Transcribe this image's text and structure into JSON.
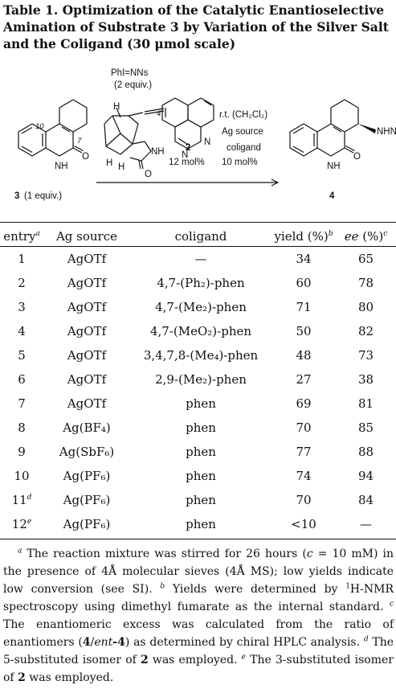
{
  "title": "Table 1. Optimization of the Catalytic Enantioselective Amination of Substrate 3 by Variation of the Silver Salt and the Coligand (30 μmol scale)",
  "scheme": {
    "reagent_1": "PhI=NNs",
    "reagent_1_equiv": "(2 equiv.)",
    "substrate_label": "3",
    "substrate_equiv": "(1 equiv.)",
    "pos_10": "10",
    "pos_7": "7",
    "pos_4": "4",
    "atom_H": "H",
    "atom_NH": "NH",
    "atom_O": "O",
    "atom_N": "N",
    "catalyst_label": "2",
    "catalyst_loading": "12 mol%",
    "condition_1": "r.t. (CH₂Cl₂)",
    "condition_2": "Ag source",
    "condition_3": "coligand",
    "coligand_loading": "10 mol%",
    "product_label": "4",
    "product_group": "NHNs"
  },
  "table": {
    "headers": {
      "entry": "entry",
      "entry_note": "a",
      "ag_source": "Ag source",
      "coligand": "coligand",
      "yield": "yield (%)",
      "yield_note": "b",
      "ee_italic": "ee",
      "ee_rest": " (%)",
      "ee_note": "c"
    },
    "rows": [
      {
        "entry": "1",
        "note": "",
        "ag": "AgOTf",
        "coligand": "—",
        "yield": "34",
        "ee": "65"
      },
      {
        "entry": "2",
        "note": "",
        "ag": "AgOTf",
        "coligand": "4,7-(Ph₂)-phen",
        "yield": "60",
        "ee": "78"
      },
      {
        "entry": "3",
        "note": "",
        "ag": "AgOTf",
        "coligand": "4,7-(Me₂)-phen",
        "yield": "71",
        "ee": "80"
      },
      {
        "entry": "4",
        "note": "",
        "ag": "AgOTf",
        "coligand": "4,7-(MeO₂)-phen",
        "yield": "50",
        "ee": "82"
      },
      {
        "entry": "5",
        "note": "",
        "ag": "AgOTf",
        "coligand": "3,4,7,8-(Me₄)-phen",
        "yield": "48",
        "ee": "73"
      },
      {
        "entry": "6",
        "note": "",
        "ag": "AgOTf",
        "coligand": "2,9-(Me₂)-phen",
        "yield": "27",
        "ee": "38"
      },
      {
        "entry": "7",
        "note": "",
        "ag": "AgOTf",
        "coligand": "phen",
        "yield": "69",
        "ee": "81"
      },
      {
        "entry": "8",
        "note": "",
        "ag": "Ag(BF₄)",
        "coligand": "phen",
        "yield": "70",
        "ee": "85"
      },
      {
        "entry": "9",
        "note": "",
        "ag": "Ag(SbF₆)",
        "coligand": "phen",
        "yield": "77",
        "ee": "88"
      },
      {
        "entry": "10",
        "note": "",
        "ag": "Ag(PF₆)",
        "coligand": "phen",
        "yield": "74",
        "ee": "94"
      },
      {
        "entry": "11",
        "note": "d",
        "ag": "Ag(PF₆)",
        "coligand": "phen",
        "yield": "70",
        "ee": "84"
      },
      {
        "entry": "12",
        "note": "e",
        "ag": "Ag(PF₆)",
        "coligand": "phen",
        "yield": "<10",
        "ee": "—"
      }
    ]
  },
  "footnotes": {
    "a_mark": "a",
    "a_text_1": " The reaction mixture was stirred for 26 hours (",
    "a_c": "c",
    "a_text_2": " = 10 mM) in the presence of 4Å molecular sieves (4Å MS); low yields indicate low conversion (see SI). ",
    "b_mark": "b",
    "b_text_1": " Yields were determined by ",
    "b_sup": "1",
    "b_text_2": "H-NMR spectroscopy using dimethyl fumarate as the internal standard. ",
    "c_mark": "c",
    "c_text_1": " The enantiomeric excess was calculated from the ratio of enantiomers (",
    "c_4": "4",
    "c_slash": "/",
    "c_ent": "ent",
    "c_dash4": "-4",
    "c_text_2": ") as determined by chiral HPLC analysis. ",
    "d_mark": "d",
    "d_text_1": " The 5-substituted isomer of ",
    "d_2": "2",
    "d_text_2": " was employed. ",
    "e_mark": "e",
    "e_text_1": " The 3-substituted isomer of ",
    "e_2": "2",
    "e_text_2": " was employed."
  }
}
